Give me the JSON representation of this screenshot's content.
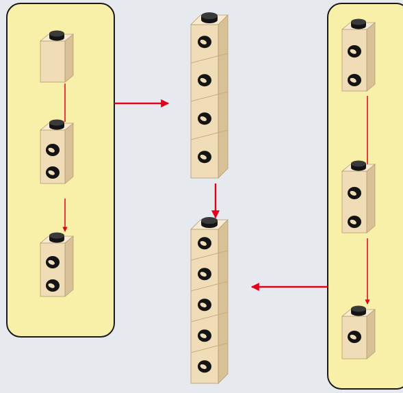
{
  "colors": {
    "background": "#e6e9ee",
    "panel_fill": "#f8efa8",
    "panel_stroke": "#1a1a1a",
    "brick_front": "#f0dcb6",
    "brick_side": "#d8c196",
    "brick_top": "#f7ead0",
    "stud": "#141414",
    "arrow": "#e2001a"
  },
  "diagram": {
    "panels": [
      {
        "name": "left-parts-panel",
        "items": [
          "brick-1x1-plain",
          "brick-1x1-two-side-studs",
          "brick-1x1-two-side-studs"
        ]
      },
      {
        "name": "right-parts-panel",
        "items": [
          "brick-1x1-two-side-studs",
          "brick-1x1-two-side-studs",
          "brick-1x1-one-side-stud"
        ]
      }
    ],
    "assemblies": [
      {
        "name": "assembly-step-1",
        "blocks": 4,
        "side_studs": 4
      },
      {
        "name": "assembly-step-2",
        "blocks": 5,
        "side_studs": 5
      }
    ],
    "arrows": [
      "panel-left-to-step-1",
      "step-1-to-step-2",
      "panel-right-to-step-2"
    ]
  }
}
